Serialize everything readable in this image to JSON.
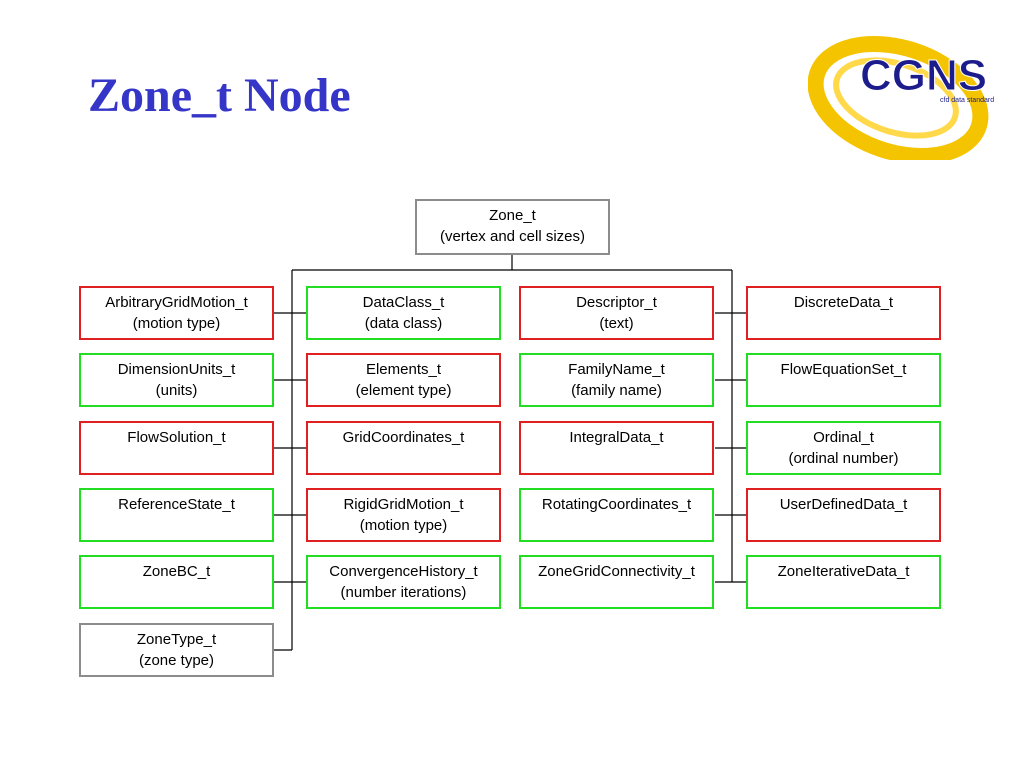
{
  "title": "Zone_t Node",
  "logo": {
    "text": "CGNS",
    "tagline": "cfd data standard"
  },
  "root": {
    "name": "Zone_t",
    "detail": "(vertex and cell sizes)"
  },
  "children": [
    {
      "name": "ArbitraryGridMotion_t",
      "detail": "(motion type)",
      "status": "red"
    },
    {
      "name": "DataClass_t",
      "detail": "(data class)",
      "status": "green"
    },
    {
      "name": "Descriptor_t",
      "detail": "(text)",
      "status": "red"
    },
    {
      "name": "DiscreteData_t",
      "detail": "",
      "status": "red"
    },
    {
      "name": "DimensionUnits_t",
      "detail": "(units)",
      "status": "green"
    },
    {
      "name": "Elements_t",
      "detail": "(element type)",
      "status": "red"
    },
    {
      "name": "FamilyName_t",
      "detail": "(family name)",
      "status": "green"
    },
    {
      "name": "FlowEquationSet_t",
      "detail": "",
      "status": "green"
    },
    {
      "name": "FlowSolution_t",
      "detail": "",
      "status": "red"
    },
    {
      "name": "GridCoordinates_t",
      "detail": "",
      "status": "red"
    },
    {
      "name": "IntegralData_t",
      "detail": "",
      "status": "red"
    },
    {
      "name": "Ordinal_t",
      "detail": "(ordinal number)",
      "status": "green"
    },
    {
      "name": "ReferenceState_t",
      "detail": "",
      "status": "green"
    },
    {
      "name": "RigidGridMotion_t",
      "detail": "(motion type)",
      "status": "red"
    },
    {
      "name": "RotatingCoordinates_t",
      "detail": "",
      "status": "green"
    },
    {
      "name": "UserDefinedData_t",
      "detail": "",
      "status": "red"
    },
    {
      "name": "ZoneBC_t",
      "detail": "",
      "status": "green"
    },
    {
      "name": "ConvergenceHistory_t",
      "detail": "(number iterations)",
      "status": "green"
    },
    {
      "name": "ZoneGridConnectivity_t",
      "detail": "",
      "status": "green"
    },
    {
      "name": "ZoneIterativeData_t",
      "detail": "",
      "status": "green"
    },
    {
      "name": "ZoneType_t",
      "detail": "(zone type)",
      "status": "gray"
    }
  ],
  "colors": {
    "title": "#3535c8",
    "red": "#e02020",
    "green": "#22dd22",
    "gray": "#8c8c8c",
    "logo_yellow": "#f5c400",
    "logo_blue": "#1c1c8c"
  }
}
